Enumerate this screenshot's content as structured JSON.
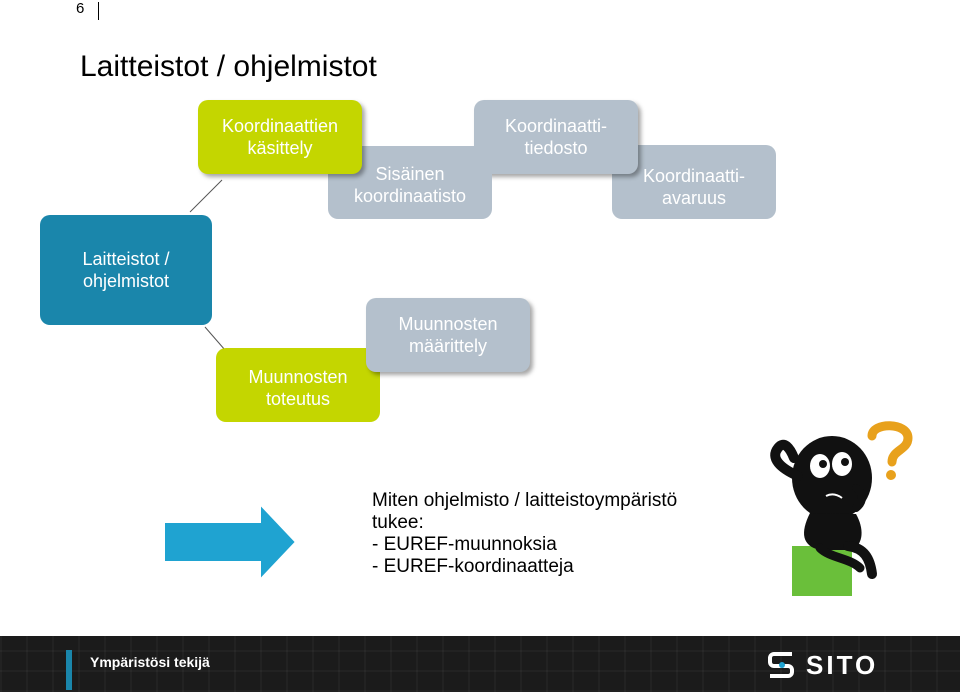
{
  "page": {
    "number": "6",
    "title": "Laitteistot / ohjelmistot"
  },
  "diagram": {
    "center": "Laitteistot /\nohjelmistot",
    "handling": "Koordinaattien\nkäsittely",
    "internal": "Sisäinen\nkoordinaatisto",
    "file": "Koordinaatti-\ntiedosto",
    "space": "Koordinaatti-\navaruus",
    "impl": "Muunnosten\ntoteutus",
    "definition": "Muunnosten\nmäärittely"
  },
  "question": {
    "line1": "Miten ohjelmisto / laitteistoympäristö",
    "line2": "tukee:",
    "item1": "-   EUREF-muunnoksia",
    "item2": "-   EUREF-koordinaatteja"
  },
  "footer": {
    "tagline": "Ympäristösi tekijä",
    "logo": "SITO"
  },
  "colors": {
    "green": "#c4d600",
    "gray": "#b4c0cc",
    "teal": "#1a86ab",
    "arrow": "#1fa3d1"
  }
}
